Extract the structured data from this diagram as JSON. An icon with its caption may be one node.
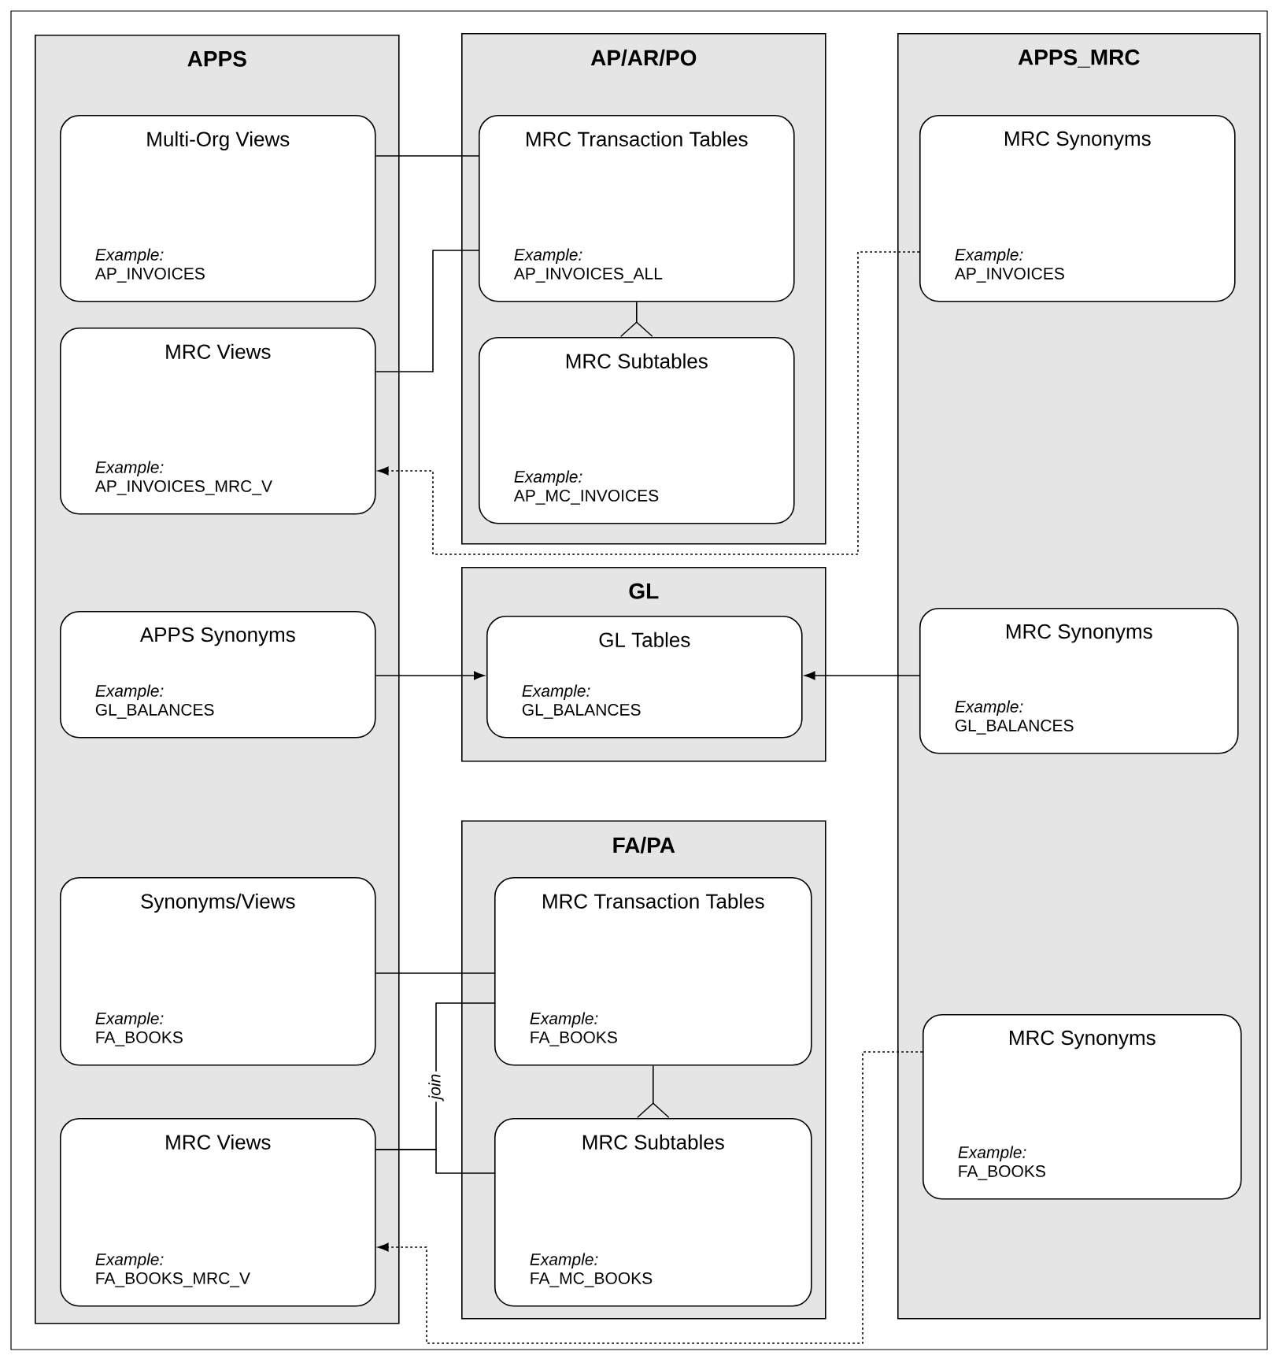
{
  "diagram": {
    "nodes": [
      {
        "text": [
          "APPS"
        ]
      },
      {
        "text": [
          "Multi-Org Views",
          "Example:",
          "AP_INVOICES"
        ],
        "in": 0
      },
      {
        "text": [
          "MRC Views",
          "Example:",
          "AP_INVOICES_MRC_V"
        ],
        "in": 0
      },
      {
        "text": [
          "AP/AR/PO"
        ]
      },
      {
        "text": [
          "MRC Transaction Tables",
          "Example:",
          "AP_INVOICES_ALL"
        ],
        "in": 3
      },
      {
        "text": [
          "MRC Subtables",
          "Example:",
          "AP_MC_INVOICES"
        ],
        "in": 3
      },
      {
        "text": [
          "APPS_MRC"
        ]
      },
      {
        "text": [
          "MRC Synonyms",
          "Example:",
          "AP_INVOICES"
        ],
        "in": 6
      },
      {
        "text": [
          "APPS Synonyms",
          "Example:",
          "GL_BALANCES"
        ],
        "in": 0
      },
      {
        "text": [
          "GL"
        ]
      },
      {
        "text": [
          "GL Tables",
          "Example:",
          "GL_BALANCES"
        ],
        "in": 9
      },
      {
        "text": [
          "MRC Synonyms",
          "Example:",
          "GL_BALANCES"
        ],
        "in": 6
      },
      {
        "text": [
          "Synonyms/Views",
          "Example:",
          "FA_BOOKS"
        ],
        "in": 0
      },
      {
        "text": [
          "FA/PA"
        ]
      },
      {
        "text": [
          "MRC Transaction Tables",
          "Example:",
          "FA_BOOKS"
        ],
        "in": 13
      },
      {
        "text": [
          "MRC Subtables",
          "Example:",
          "FA_MC_BOOKS"
        ],
        "in": 13
      },
      {
        "text": [
          "MRC Synonyms",
          "Example:",
          "FA_BOOKS"
        ],
        "in": 6
      },
      {
        "text": [
          "MRC Views",
          "Example:",
          "FA_BOOKS_MRC_V"
        ],
        "in": 0
      }
    ],
    "edges": [
      {
        "from": 1,
        "to": 4,
        "arrow": "none"
      },
      {
        "from": 2,
        "to": 4,
        "arrow": "none"
      },
      {
        "from": 4,
        "to": 5,
        "arrow": "other"
      },
      {
        "from": 7,
        "to": 2,
        "arrow": "to",
        "style": "dashed"
      },
      {
        "from": 8,
        "to": 10,
        "arrow": "to"
      },
      {
        "from": 11,
        "to": 10,
        "arrow": "to"
      },
      {
        "from": 12,
        "to": 14,
        "arrow": "none"
      },
      {
        "from": 17,
        "to": 14,
        "arrow": "none",
        "label": "join"
      },
      {
        "from": 17,
        "to": 15,
        "arrow": "none"
      },
      {
        "from": 14,
        "to": 15,
        "arrow": "other"
      },
      {
        "from": 16,
        "to": 17,
        "arrow": "to",
        "style": "dashed"
      }
    ]
  }
}
